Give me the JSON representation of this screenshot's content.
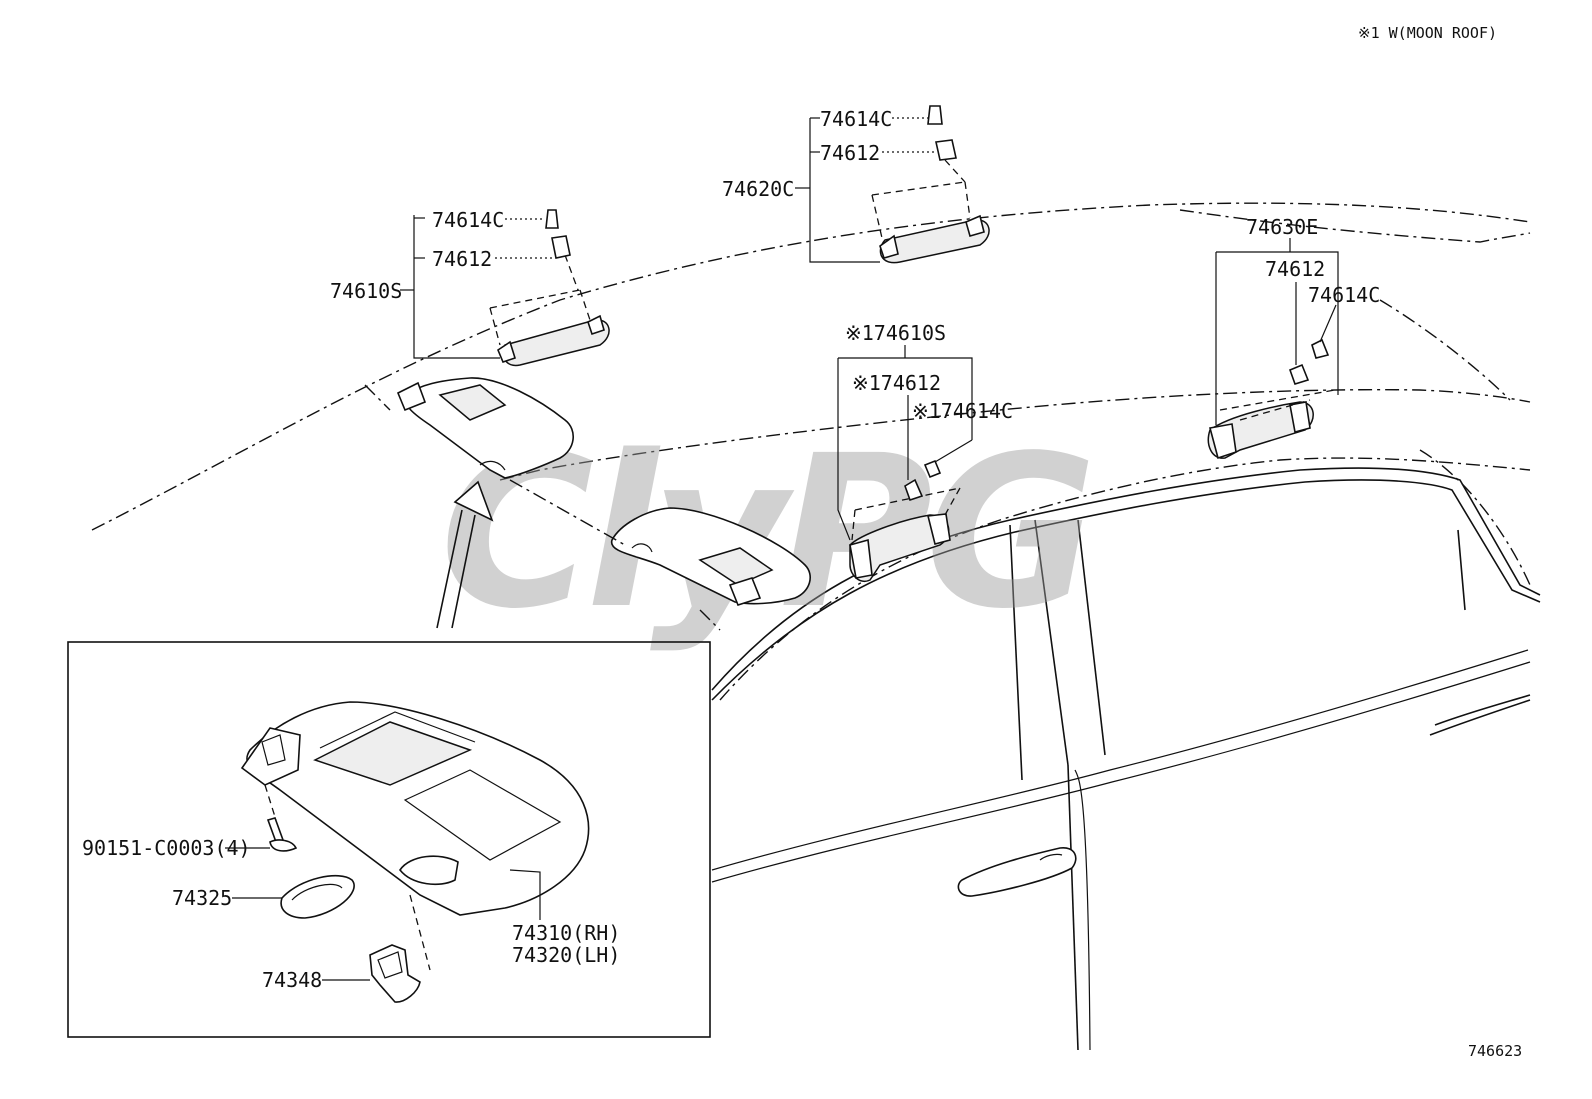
{
  "note": "※1 W(MOON ROOF)",
  "diagram_id": "746623",
  "watermark": "ClyPG",
  "labels": {
    "a1_74614c": "74614C",
    "a1_74612": "74612",
    "a1_74610s": "74610S",
    "a2_74614c": "74614C",
    "a2_74612": "74612",
    "a2_74620c": "74620C",
    "a3_74610s": "※174610S",
    "a3_74612": "※174612",
    "a3_74614c": "※174614C",
    "a4_74630e": "74630E",
    "a4_74612": "74612",
    "a4_74614c": "74614C",
    "screw": "90151-C0003(4)",
    "p74325": "74325",
    "p74348": "74348",
    "p74310": "74310(RH)",
    "p74320": "74320(LH)"
  }
}
